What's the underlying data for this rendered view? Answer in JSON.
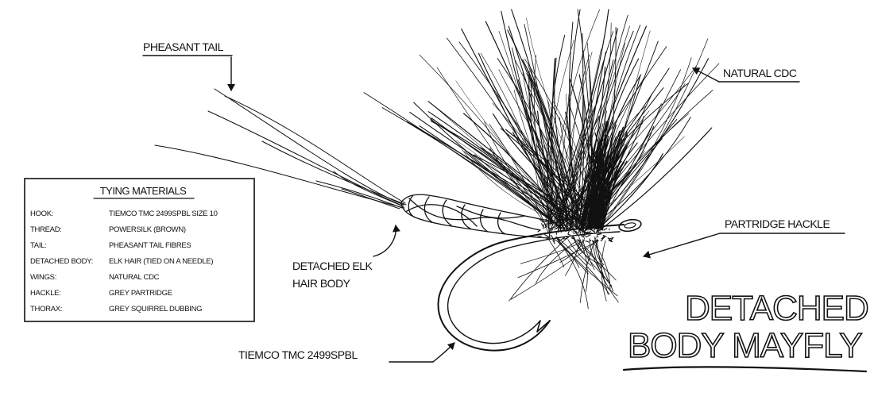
{
  "labels": {
    "pheasant_tail": "PHEASANT TAIL",
    "natural_cdc": "NATURAL CDC",
    "partridge_hackle": "PARTRIDGE HACKLE",
    "detached_elk_line1": "DETACHED ELK",
    "detached_elk_line2": "HAIR BODY",
    "hook": "TIEMCO TMC 2499SPBL"
  },
  "title": {
    "line1": "DETACHED",
    "line2": "BODY MAYFLY"
  },
  "materials": {
    "heading": "TYING MATERIALS",
    "rows": [
      {
        "label": "HOOK:",
        "value": "TIEMCO TMC 2499SPBL SIZE 10"
      },
      {
        "label": "THREAD:",
        "value": "POWERSILK (BROWN)"
      },
      {
        "label": "TAIL:",
        "value": "PHEASANT TAIL FIBRES"
      },
      {
        "label": "DETACHED BODY:",
        "value": "ELK HAIR (TIED ON A NEEDLE)"
      },
      {
        "label": "WINGS:",
        "value": "NATURAL CDC"
      },
      {
        "label": "HACKLE:",
        "value": "GREY PARTRIDGE"
      },
      {
        "label": "THORAX:",
        "value": "GREY SQUIRREL DUBBING"
      }
    ]
  },
  "colors": {
    "ink": "#111111",
    "paper": "#ffffff"
  }
}
